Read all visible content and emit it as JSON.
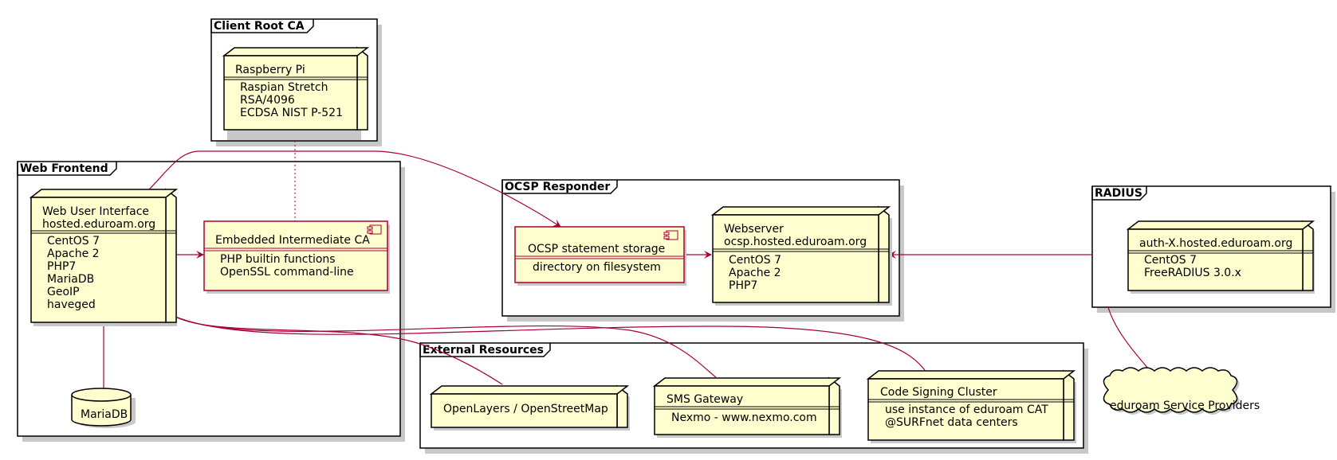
{
  "packages": {
    "client_root_ca": {
      "title": "Client Root CA"
    },
    "web_frontend": {
      "title": "Web Frontend"
    },
    "ocsp_responder": {
      "title": "OCSP Responder"
    },
    "radius": {
      "title": "RADIUS"
    },
    "external_resources": {
      "title": "External Resources"
    }
  },
  "nodes": {
    "raspberry_pi": {
      "title": "Raspberry Pi",
      "lines": [
        "Raspian Stretch",
        "RSA/4096",
        "ECDSA NIST P-521"
      ]
    },
    "web_ui": {
      "title_lines": [
        "Web User Interface",
        "hosted.eduroam.org"
      ],
      "lines": [
        "CentOS 7",
        "Apache 2",
        "PHP7",
        "MariaDB",
        "GeoIP",
        "haveged"
      ]
    },
    "intermediate_ca": {
      "title": "Embedded Intermediate CA",
      "lines": [
        "PHP builtin functions",
        "OpenSSL command-line"
      ]
    },
    "mariadb": {
      "title": "MariaDB"
    },
    "ocsp_storage": {
      "title": "OCSP statement storage",
      "lines": [
        "directory on filesystem"
      ]
    },
    "webserver": {
      "title_lines": [
        "Webserver",
        "ocsp.hosted.eduroam.org"
      ],
      "lines": [
        "CentOS 7",
        "Apache 2",
        "PHP7"
      ]
    },
    "auth_x": {
      "title": "auth-X.hosted.eduroam.org",
      "lines": [
        "CentOS 7",
        "FreeRADIUS 3.0.x"
      ]
    },
    "openlayers": {
      "title": "OpenLayers / OpenStreetMap"
    },
    "sms_gateway": {
      "title": "SMS Gateway",
      "lines": [
        "Nexmo - www.nexmo.com"
      ]
    },
    "code_signing": {
      "title": "Code Signing Cluster",
      "lines": [
        "use instance of eduroam CAT",
        "@SURFnet data centers"
      ]
    },
    "service_providers": {
      "title": "eduroam Service Providers"
    }
  },
  "colors": {
    "node_fill": "#fefece",
    "link": "#a80036",
    "border": "#000000"
  }
}
